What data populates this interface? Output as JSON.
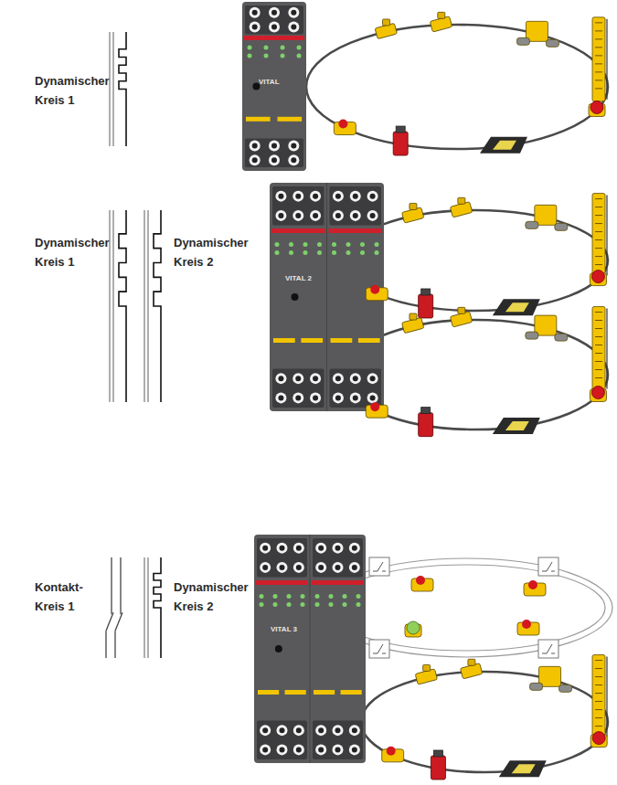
{
  "diagram": {
    "labels": [
      "Dynamischer Kreis 1",
      "Dynamischer Kreis 1",
      "Dynamischer Kreis 2",
      "Kontakt- Kreis 1",
      "Dynamischer Kreis 2",
      "VITAL",
      "VITAL 2",
      "VITAL 3"
    ]
  }
}
